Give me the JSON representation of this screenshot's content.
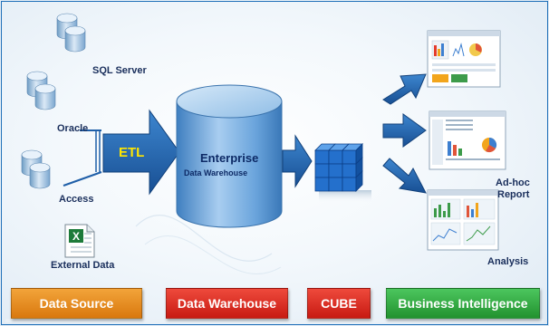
{
  "sources": {
    "sql_server": "SQL Server",
    "oracle": "Oracle",
    "access": "Access",
    "external_data": "External Data"
  },
  "etl": "ETL",
  "warehouse": {
    "title": "Enterprise",
    "subtitle": "Data Warehouse"
  },
  "outputs": {
    "adhoc_line1": "Ad-hoc",
    "adhoc_line2": "Report",
    "analysis": "Analysis"
  },
  "legend": {
    "data_source": "Data Source",
    "data_warehouse": "Data Warehouse",
    "cube": "CUBE",
    "business_intelligence": "Business Intelligence"
  },
  "colors": {
    "arrow_blue": "#1f5fa8",
    "cylinder_blue": "#5d9bd6",
    "legend_orange": "#e3891b",
    "legend_red": "#d9231c",
    "legend_green": "#2ea843",
    "label_text": "#1a2f5c",
    "etl_text": "#ffe600"
  },
  "icons": {
    "database": "database-icon",
    "excel": "excel-icon",
    "cube": "cube-icon",
    "report": "report-thumbnail"
  }
}
